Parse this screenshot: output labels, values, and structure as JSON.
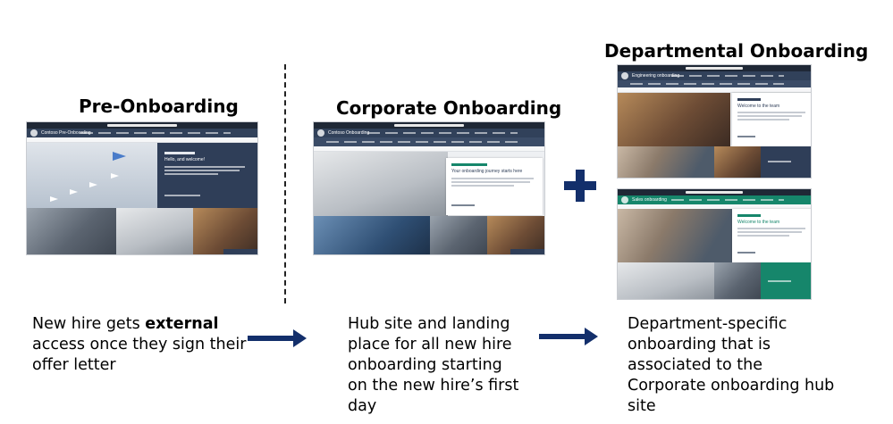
{
  "titles": {
    "pre": "Pre-Onboarding",
    "corporate": "Corporate Onboarding",
    "departmental": "Departmental Onboarding"
  },
  "descriptions": {
    "pre_before": "New hire gets ",
    "pre_bold": "external",
    "pre_after": " access once they sign their offer letter",
    "corporate": "Hub site and landing place for all new hire onboarding starting on the new hire’s first day",
    "departmental": "Department-specific onboarding that is associated to the Corporate onboarding hub site"
  },
  "screenshots": {
    "pre": {
      "site": "Contoso Pre-Onboarding",
      "hero_text": "Hello, and welcome!"
    },
    "corporate": {
      "site": "Contoso Onboarding",
      "hero_text": "Your onboarding journey starts here"
    },
    "dept_eng": {
      "site": "Engineering onboarding",
      "hero_text": "Welcome to the team"
    },
    "dept_sales": {
      "site": "Sales onboarding",
      "hero_text": "Welcome to the team"
    }
  },
  "colors": {
    "arrow": "#132f6b",
    "suite_bar": "#1f2836",
    "nav_navy": "#31415a",
    "nav_green": "#16866b"
  }
}
